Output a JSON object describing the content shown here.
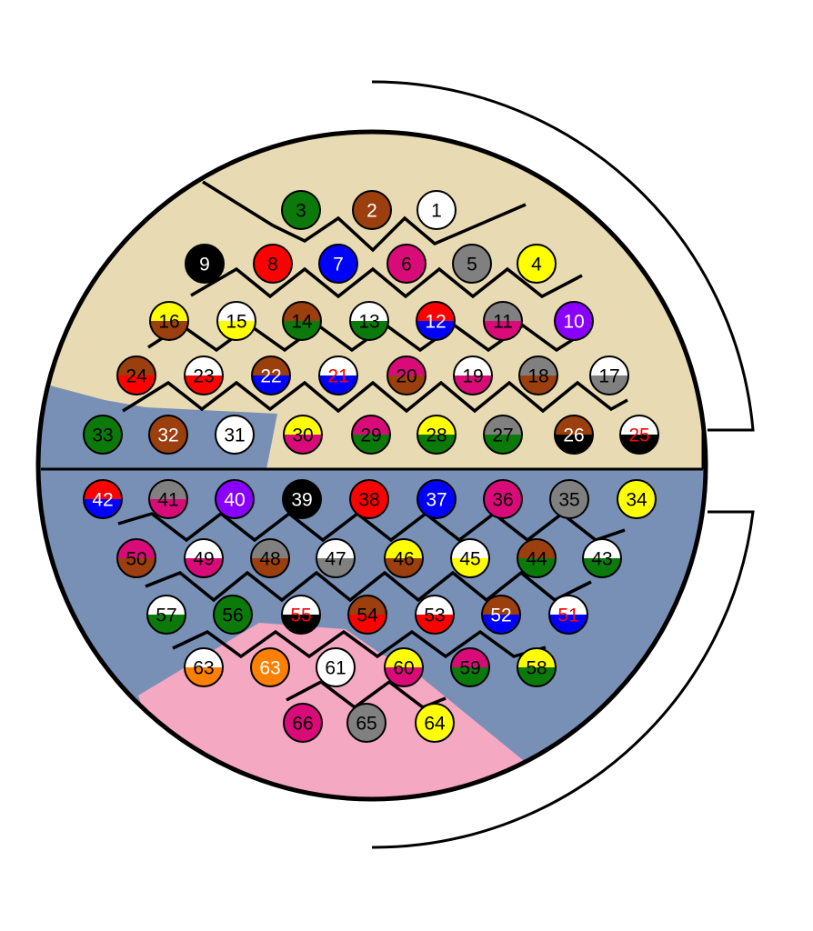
{
  "colors": {
    "region_top": "#e8dbb4",
    "region_bottom": "#7890b6",
    "region_pink": "#f5a8c2",
    "black": "#000000",
    "white": "#ffffff",
    "red": "#ff0000",
    "blue": "#0000ff",
    "green": "#0b7a0b",
    "brown": "#9a3f0d",
    "magenta": "#d90b78",
    "gray": "#808080",
    "yellow": "#ffff00",
    "purple": "#8a00ff",
    "orange": "#ff8000"
  },
  "pins": [
    {
      "label": "1",
      "fill": [
        "white"
      ],
      "text": "black"
    },
    {
      "label": "2",
      "fill": [
        "brown"
      ],
      "text": "white"
    },
    {
      "label": "3",
      "fill": [
        "green"
      ],
      "text": "black"
    },
    {
      "label": "4",
      "fill": [
        "yellow"
      ],
      "text": "black"
    },
    {
      "label": "5",
      "fill": [
        "gray"
      ],
      "text": "black"
    },
    {
      "label": "6",
      "fill": [
        "magenta"
      ],
      "text": "black"
    },
    {
      "label": "7",
      "fill": [
        "blue"
      ],
      "text": "white"
    },
    {
      "label": "8",
      "fill": [
        "red"
      ],
      "text": "black"
    },
    {
      "label": "9",
      "fill": [
        "black"
      ],
      "text": "white"
    },
    {
      "label": "10",
      "fill": [
        "purple"
      ],
      "text": "white"
    },
    {
      "label": "11",
      "fill": [
        "gray",
        "magenta"
      ],
      "text": "black"
    },
    {
      "label": "12",
      "fill": [
        "red",
        "blue"
      ],
      "text": "white"
    },
    {
      "label": "13",
      "fill": [
        "white",
        "green"
      ],
      "text": "black"
    },
    {
      "label": "14",
      "fill": [
        "brown",
        "green"
      ],
      "text": "black"
    },
    {
      "label": "15",
      "fill": [
        "white",
        "yellow"
      ],
      "text": "black"
    },
    {
      "label": "16",
      "fill": [
        "yellow",
        "brown"
      ],
      "text": "black"
    },
    {
      "label": "17",
      "fill": [
        "white",
        "gray"
      ],
      "text": "black"
    },
    {
      "label": "18",
      "fill": [
        "gray",
        "brown"
      ],
      "text": "black"
    },
    {
      "label": "19",
      "fill": [
        "white",
        "magenta"
      ],
      "text": "black"
    },
    {
      "label": "20",
      "fill": [
        "magenta",
        "brown"
      ],
      "text": "black"
    },
    {
      "label": "21",
      "fill": [
        "white",
        "blue"
      ],
      "text": "red"
    },
    {
      "label": "22",
      "fill": [
        "brown",
        "blue"
      ],
      "text": "white"
    },
    {
      "label": "23",
      "fill": [
        "white",
        "red"
      ],
      "text": "black"
    },
    {
      "label": "24",
      "fill": [
        "brown",
        "red"
      ],
      "text": "black"
    },
    {
      "label": "25",
      "fill": [
        "white",
        "black"
      ],
      "text": "red"
    },
    {
      "label": "26",
      "fill": [
        "brown",
        "black"
      ],
      "text": "white"
    },
    {
      "label": "27",
      "fill": [
        "gray",
        "green"
      ],
      "text": "black"
    },
    {
      "label": "28",
      "fill": [
        "yellow",
        "green"
      ],
      "text": "black"
    },
    {
      "label": "29",
      "fill": [
        "magenta",
        "green"
      ],
      "text": "black"
    },
    {
      "label": "30",
      "fill": [
        "yellow",
        "magenta"
      ],
      "text": "black"
    },
    {
      "label": "31",
      "fill": [
        "white"
      ],
      "text": "black"
    },
    {
      "label": "32",
      "fill": [
        "brown"
      ],
      "text": "white"
    },
    {
      "label": "33",
      "fill": [
        "green"
      ],
      "text": "black"
    },
    {
      "label": "34",
      "fill": [
        "yellow"
      ],
      "text": "black"
    },
    {
      "label": "35",
      "fill": [
        "gray"
      ],
      "text": "black"
    },
    {
      "label": "36",
      "fill": [
        "magenta"
      ],
      "text": "black"
    },
    {
      "label": "37",
      "fill": [
        "blue"
      ],
      "text": "white"
    },
    {
      "label": "38",
      "fill": [
        "red"
      ],
      "text": "black"
    },
    {
      "label": "39",
      "fill": [
        "black"
      ],
      "text": "white"
    },
    {
      "label": "40",
      "fill": [
        "purple"
      ],
      "text": "white"
    },
    {
      "label": "41",
      "fill": [
        "gray",
        "magenta"
      ],
      "text": "black"
    },
    {
      "label": "42",
      "fill": [
        "red",
        "blue"
      ],
      "text": "white"
    },
    {
      "label": "43",
      "fill": [
        "white",
        "green"
      ],
      "text": "black"
    },
    {
      "label": "44",
      "fill": [
        "brown",
        "green"
      ],
      "text": "black"
    },
    {
      "label": "45",
      "fill": [
        "white",
        "yellow"
      ],
      "text": "black"
    },
    {
      "label": "46",
      "fill": [
        "yellow",
        "brown"
      ],
      "text": "black"
    },
    {
      "label": "47",
      "fill": [
        "white",
        "gray"
      ],
      "text": "black"
    },
    {
      "label": "48",
      "fill": [
        "gray",
        "brown"
      ],
      "text": "black"
    },
    {
      "label": "49",
      "fill": [
        "white",
        "magenta"
      ],
      "text": "black"
    },
    {
      "label": "50",
      "fill": [
        "magenta",
        "brown"
      ],
      "text": "black"
    },
    {
      "label": "51",
      "fill": [
        "white",
        "blue"
      ],
      "text": "red"
    },
    {
      "label": "52",
      "fill": [
        "brown",
        "blue"
      ],
      "text": "white"
    },
    {
      "label": "53",
      "fill": [
        "white",
        "red"
      ],
      "text": "black"
    },
    {
      "label": "54",
      "fill": [
        "brown",
        "red"
      ],
      "text": "black"
    },
    {
      "label": "55",
      "fill": [
        "white",
        "black"
      ],
      "text": "red"
    },
    {
      "label": "56",
      "fill": [
        "green"
      ],
      "text": "black"
    },
    {
      "label": "57",
      "fill": [
        "white",
        "green"
      ],
      "text": "black"
    },
    {
      "label": "58",
      "fill": [
        "yellow",
        "green"
      ],
      "text": "black"
    },
    {
      "label": "59",
      "fill": [
        "magenta",
        "green"
      ],
      "text": "black"
    },
    {
      "label": "60",
      "fill": [
        "yellow",
        "magenta"
      ],
      "text": "black"
    },
    {
      "label": "61",
      "fill": [
        "white"
      ],
      "text": "black"
    },
    {
      "label": "63",
      "fill": [
        "orange"
      ],
      "text": "white"
    },
    {
      "label": "63",
      "fill": [
        "white",
        "orange"
      ],
      "text": "black"
    },
    {
      "label": "64",
      "fill": [
        "yellow"
      ],
      "text": "black"
    },
    {
      "label": "65",
      "fill": [
        "gray"
      ],
      "text": "black"
    },
    {
      "label": "66",
      "fill": [
        "magenta"
      ],
      "text": "black"
    }
  ]
}
